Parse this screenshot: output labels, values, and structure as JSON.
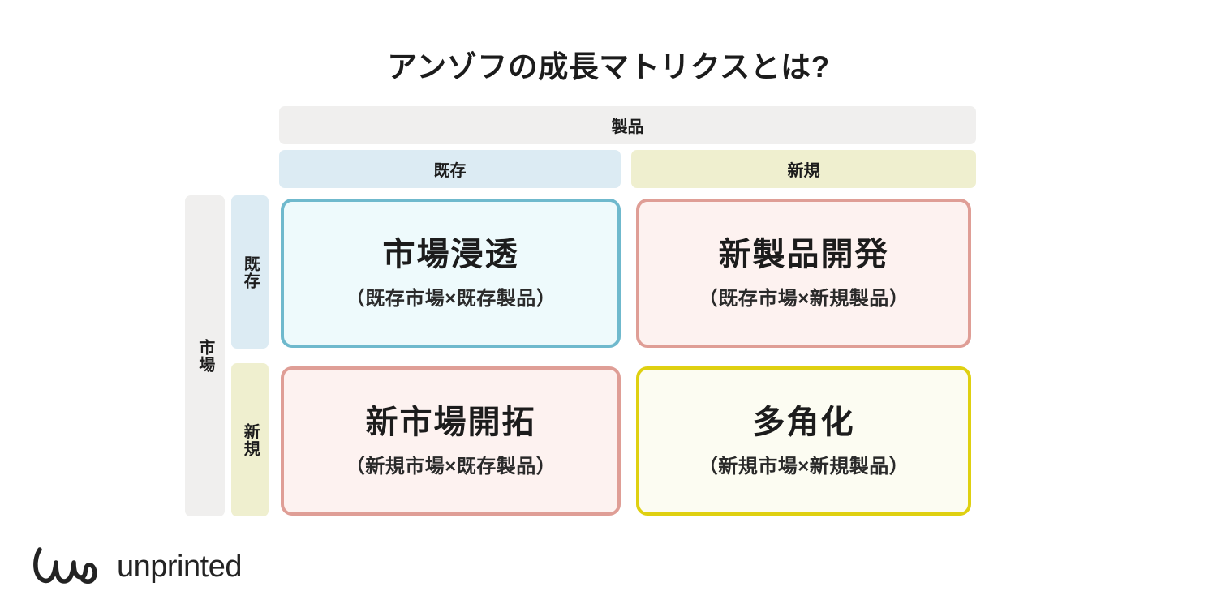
{
  "page": {
    "title": "アンゾフの成長マトリクスとは?"
  },
  "axes": {
    "product_header": "製品",
    "product_columns": [
      {
        "label": "既存",
        "color": "#DCEBF3"
      },
      {
        "label": "新規",
        "color": "#EFEFCF"
      }
    ],
    "market_header": "市場",
    "market_rows": [
      {
        "label": "既存",
        "color": "#DCEBF3"
      },
      {
        "label": "新規",
        "color": "#EFEFCF"
      }
    ]
  },
  "matrix": {
    "cells": [
      {
        "name": "market-penetration",
        "title": "市場浸透",
        "subtitle": "（既存市場×既存製品）",
        "border_color": "#6FB9CD",
        "fill_color": "#EEFAFC"
      },
      {
        "name": "new-product-development",
        "title": "新製品開発",
        "subtitle": "（既存市場×新規製品）",
        "border_color": "#DF9E96",
        "fill_color": "#FDF2F0"
      },
      {
        "name": "new-market-development",
        "title": "新市場開拓",
        "subtitle": "（新規市場×既存製品）",
        "border_color": "#DF9E96",
        "fill_color": "#FDF2F0"
      },
      {
        "name": "diversification",
        "title": "多角化",
        "subtitle": "（新規市場×新規製品）",
        "border_color": "#DFD011",
        "fill_color": "#FCFCF2"
      }
    ]
  },
  "footer": {
    "brand": "unprinted",
    "mark": "unprinted-script-mark"
  },
  "colors": {
    "background": "#FFFFFF",
    "text": "#1C1C1C",
    "header_gray": "#F0EFEE"
  }
}
